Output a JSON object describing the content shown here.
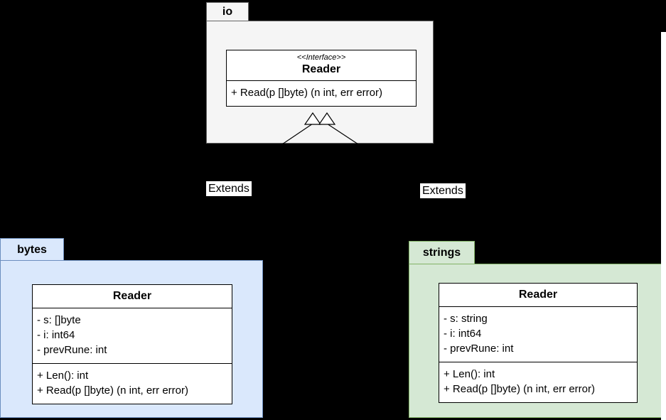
{
  "diagram": {
    "io": {
      "package_label": "io",
      "class": {
        "stereotype": "<<Interface>>",
        "name": "Reader",
        "methods": [
          "+ Read(p []byte) (n int, err error)"
        ]
      }
    },
    "bytes": {
      "package_label": "bytes",
      "class": {
        "name": "Reader",
        "attributes": [
          "- s: []byte",
          "- i: int64",
          "- prevRune: int"
        ],
        "methods": [
          "+ Len(): int",
          "+ Read(p []byte) (n int, err error)"
        ]
      }
    },
    "strings": {
      "package_label": "strings",
      "class": {
        "name": "Reader",
        "attributes": [
          "- s: string",
          "- i: int64",
          "- prevRune: int"
        ],
        "methods": [
          "+ Len(): int",
          "+ Read(p []byte) (n int, err error)"
        ]
      }
    },
    "labels": {
      "extends_left": "Extends",
      "extends_right": "Extends"
    },
    "colors": {
      "background": "#000000",
      "io_fill": "#f5f5f5",
      "io_border": "#666666",
      "bytes_fill": "#dae8fc",
      "bytes_border": "#6c8ebf",
      "strings_fill": "#d5e8d4",
      "strings_border": "#82b366",
      "class_fill": "#ffffff",
      "class_border": "#000000"
    }
  }
}
